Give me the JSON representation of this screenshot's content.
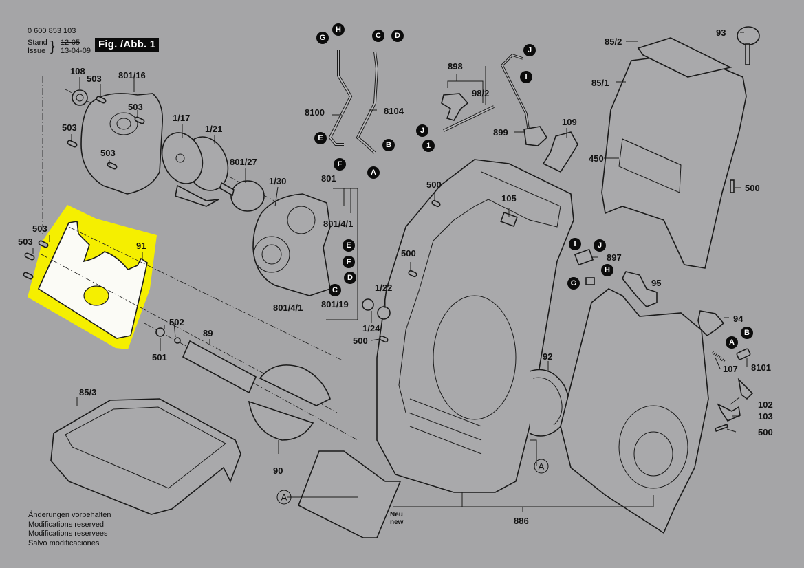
{
  "header": {
    "doc_number": "0 600 853 103",
    "stand_label": "Stand",
    "issue_label": "Issue",
    "old_date": "12-05",
    "new_date": "13-04-09",
    "figure_label": "Fig. /Abb. 1"
  },
  "footer": {
    "lines": [
      "Änderungen vorbehalten",
      "Modifications reserved",
      "Modifications reservees",
      "Salvo modificaciones"
    ]
  },
  "highlight": {
    "part": "91",
    "color": "#f5ef00"
  },
  "callouts": {
    "p108": "108",
    "p503a": "503",
    "p801_16": "801/16",
    "p503b": "503",
    "p503c": "503",
    "p503d": "503",
    "p1_17": "1/17",
    "p1_21": "1/21",
    "p801_27": "801/27",
    "p1_30": "1/30",
    "p801": "801",
    "p801_4_1a": "801/4/1",
    "p801_4_1b": "801/4/1",
    "p801_19": "801/19",
    "p503e": "503",
    "p503f": "503",
    "p91": "91",
    "p502": "502",
    "p501": "501",
    "p89": "89",
    "p90": "90",
    "p85_3": "85/3",
    "p8100": "8100",
    "p8104": "8104",
    "p898": "898",
    "p98_2": "98/2",
    "p899": "899",
    "p109": "109",
    "p105": "105",
    "p500a": "500",
    "p500b": "500",
    "p500c": "500",
    "p500d": "500",
    "p500e": "500",
    "p1_22": "1/22",
    "p1_24": "1/24",
    "p85_2": "85/2",
    "p93": "93",
    "p85_1": "85/1",
    "p450": "450",
    "p897": "897",
    "p95": "95",
    "p94": "94",
    "p8101": "8101",
    "p107": "107",
    "p102": "102",
    "p103": "103",
    "p92": "92",
    "p886": "886",
    "neu": "Neu",
    "new": "new"
  },
  "markers": {
    "G1": "G",
    "H1": "H",
    "C1": "C",
    "D1": "D",
    "E1": "E",
    "F1": "F",
    "A1": "A",
    "B1": "B",
    "J1": "J",
    "I1": "I",
    "J2": "J",
    "I2": "1",
    "E2": "E",
    "F2": "F",
    "D2": "D",
    "C2": "C",
    "I3": "I",
    "J3": "J",
    "G3": "G",
    "H3": "H",
    "A3": "A",
    "B3": "B",
    "A_open1": "A",
    "A_open2": "A"
  }
}
